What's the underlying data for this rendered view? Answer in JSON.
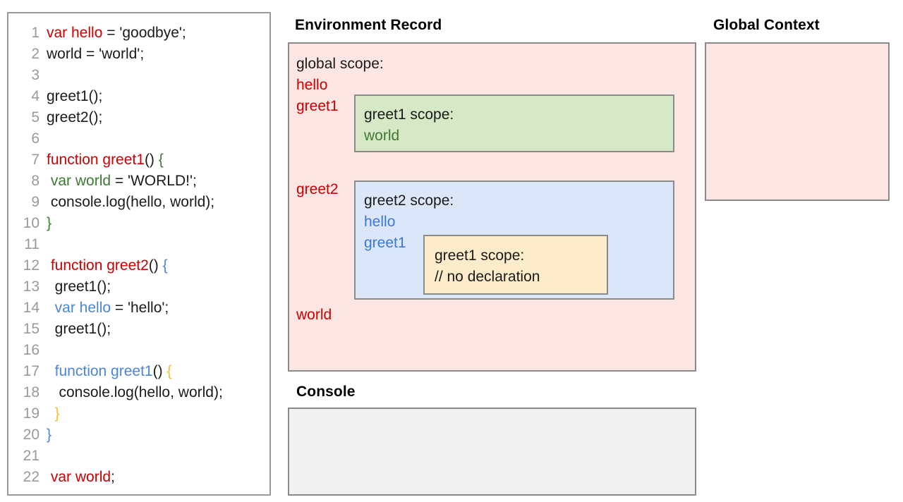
{
  "code_panel": {
    "name": "javascript-source-code",
    "lines": [
      {
        "number": "1",
        "tokens": [
          {
            "t": "var hello",
            "c": "red"
          },
          {
            "t": " = 'goodbye';",
            "c": "plain"
          }
        ]
      },
      {
        "number": "2",
        "tokens": [
          {
            "t": "world = 'world';",
            "c": "plain"
          }
        ]
      },
      {
        "number": "3",
        "tokens": [
          {
            "t": "",
            "c": "plain"
          }
        ]
      },
      {
        "number": "4",
        "tokens": [
          {
            "t": "greet1();",
            "c": "plain"
          }
        ]
      },
      {
        "number": "5",
        "tokens": [
          {
            "t": "greet2();",
            "c": "plain"
          }
        ]
      },
      {
        "number": "6",
        "tokens": [
          {
            "t": "",
            "c": "plain"
          }
        ]
      },
      {
        "number": "7",
        "tokens": [
          {
            "t": "function greet1",
            "c": "red"
          },
          {
            "t": "() ",
            "c": "plain"
          },
          {
            "t": "{",
            "c": "green"
          }
        ]
      },
      {
        "number": "8",
        "tokens": [
          {
            "t": " ",
            "c": "plain"
          },
          {
            "t": "var world",
            "c": "green"
          },
          {
            "t": " = 'WORLD!';",
            "c": "plain"
          }
        ]
      },
      {
        "number": "9",
        "tokens": [
          {
            "t": " console.log(hello, world);",
            "c": "plain"
          }
        ]
      },
      {
        "number": "10",
        "tokens": [
          {
            "t": "}",
            "c": "green"
          }
        ]
      },
      {
        "number": "11",
        "tokens": [
          {
            "t": "",
            "c": "plain"
          }
        ]
      },
      {
        "number": "12",
        "tokens": [
          {
            "t": " ",
            "c": "plain"
          },
          {
            "t": "function greet2",
            "c": "red"
          },
          {
            "t": "() ",
            "c": "plain"
          },
          {
            "t": "{",
            "c": "blue"
          }
        ]
      },
      {
        "number": "13",
        "tokens": [
          {
            "t": "  greet1();",
            "c": "plain"
          }
        ]
      },
      {
        "number": "14",
        "tokens": [
          {
            "t": "  ",
            "c": "plain"
          },
          {
            "t": "var hello",
            "c": "blue"
          },
          {
            "t": " = 'hello';",
            "c": "plain"
          }
        ]
      },
      {
        "number": "15",
        "tokens": [
          {
            "t": "  greet1();",
            "c": "plain"
          }
        ]
      },
      {
        "number": "16",
        "tokens": [
          {
            "t": "",
            "c": "plain"
          }
        ]
      },
      {
        "number": "17",
        "tokens": [
          {
            "t": "  ",
            "c": "plain"
          },
          {
            "t": "function greet1",
            "c": "blue"
          },
          {
            "t": "() ",
            "c": "plain"
          },
          {
            "t": "{",
            "c": "yellow"
          }
        ]
      },
      {
        "number": "18",
        "tokens": [
          {
            "t": "   console.log(hello, world);",
            "c": "plain"
          }
        ]
      },
      {
        "number": "19",
        "tokens": [
          {
            "t": "  ",
            "c": "plain"
          },
          {
            "t": "}",
            "c": "yellow"
          }
        ]
      },
      {
        "number": "20",
        "tokens": [
          {
            "t": "}",
            "c": "blue"
          }
        ]
      },
      {
        "number": "21",
        "tokens": [
          {
            "t": "",
            "c": "plain"
          }
        ]
      },
      {
        "number": "22",
        "tokens": [
          {
            "t": " ",
            "c": "plain"
          },
          {
            "t": "var world",
            "c": "red"
          },
          {
            "t": ";",
            "c": "plain"
          }
        ]
      }
    ]
  },
  "environment_record": {
    "title": "Environment Record",
    "global_scope": {
      "heading": "global scope:",
      "bindings": [
        "hello",
        "greet1",
        "greet2",
        "world"
      ]
    },
    "greet1_scope": {
      "heading": "greet1 scope:",
      "bindings": [
        "world"
      ]
    },
    "greet2_scope": {
      "heading": "greet2 scope:",
      "bindings": [
        "hello",
        "greet1"
      ]
    },
    "greet1_inner_scope": {
      "heading": "greet1 scope:",
      "note": "// no declaration"
    }
  },
  "global_context": {
    "title": "Global Context",
    "content": ""
  },
  "console": {
    "title": "Console",
    "content": ""
  },
  "colors": {
    "pink_fill": "#fce6e4",
    "green_fill": "#d6e8c6",
    "blue_fill": "#dbe7f8",
    "yellow_fill": "#fcecc9",
    "gray_fill": "#f1f1f1",
    "box_border": "#8a8a8a",
    "keyword_red": "#cc0000",
    "keyword_green": "#3d7a33",
    "keyword_blue": "#3c78d8",
    "keyword_yellow": "#f1c232",
    "line_number": "#9a9a9a"
  }
}
